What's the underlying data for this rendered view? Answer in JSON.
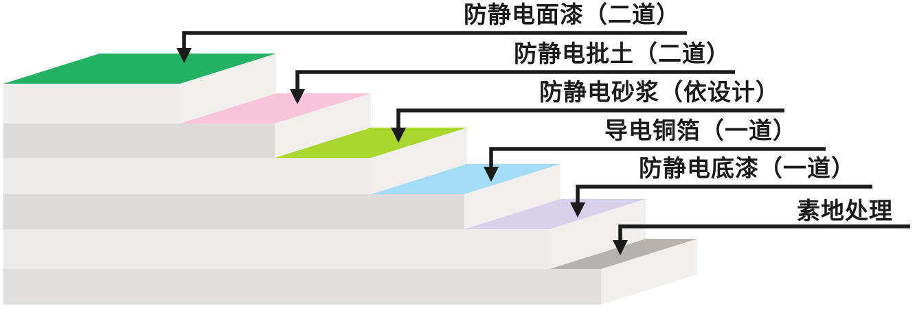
{
  "diagram": {
    "type": "layer-stack",
    "title_hint": "anti-static flooring system layer diagram",
    "background": "#ffffff",
    "leader_color": "#1b1b1b",
    "front_face_colors": [
      "#EDECEA",
      "#DCDBD9",
      "#ECEBE9",
      "#DCDBD9",
      "#EBEAE8",
      "#DFDEDC"
    ],
    "side_face_color": "#F0EFED",
    "layers": [
      {
        "name": "anti-static-topcoat",
        "label": "防静电面漆（二道）",
        "color": "#23B264"
      },
      {
        "name": "anti-static-putty",
        "label": "防静电批土（二道）",
        "color": "#F9C3DA"
      },
      {
        "name": "anti-static-mortar",
        "label": "防静电砂浆（依设计）",
        "color": "#A9D62F"
      },
      {
        "name": "conductive-copper-foil",
        "label": "导电铜箔（一道）",
        "color": "#A3DCF4"
      },
      {
        "name": "anti-static-primer",
        "label": "防静电底漆（一道）",
        "color": "#D6D0EA"
      },
      {
        "name": "substrate-treatment",
        "label": "素地处理",
        "color": "#B5B2B0"
      }
    ]
  }
}
